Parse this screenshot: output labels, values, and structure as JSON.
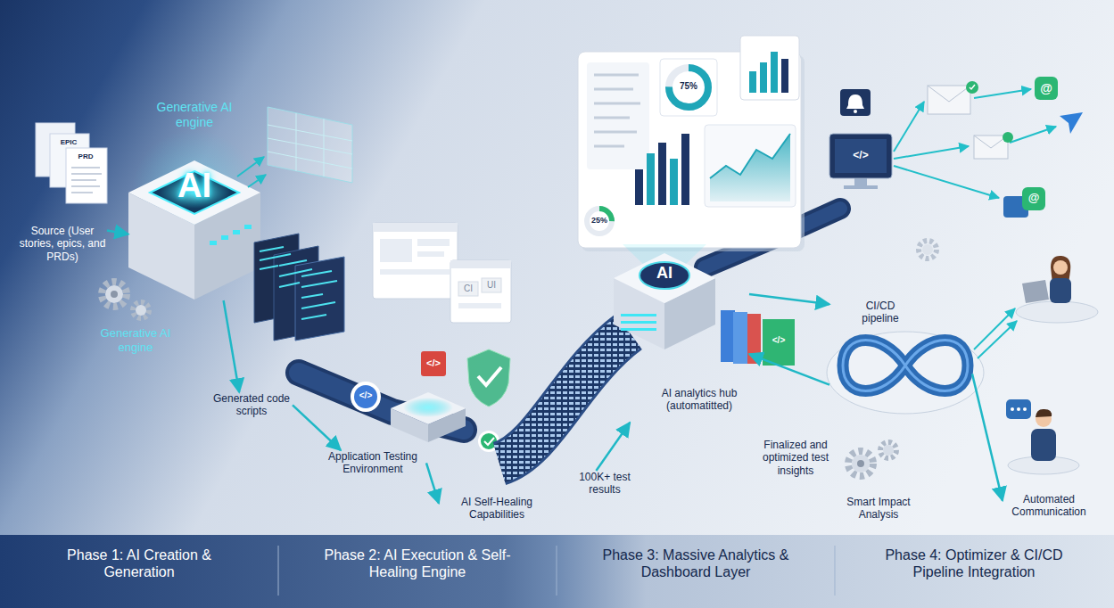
{
  "diagram": {
    "nodes": [
      {
        "text": [
          "Source (User stories, epics, and PRDs)"
        ]
      },
      {
        "text": [
          "AI"
        ]
      },
      {
        "text": [
          "Generated code scripts"
        ]
      },
      {
        "text": [
          "Application Testing Environment"
        ]
      },
      {
        "text": [
          "AI Self-Healing Capabilities"
        ]
      },
      {
        "text": [
          "100K+ test results"
        ]
      },
      {
        "text": [
          "AI",
          "AI analytics hub (automatitted)"
        ]
      },
      {
        "text": [
          "75%",
          "25%"
        ]
      },
      {
        "text": [
          "CI/CD pipeline"
        ]
      },
      {
        "text": [
          "Smart Impact Analysis"
        ]
      },
      {
        "text": [
          "Automated Communication"
        ]
      }
    ],
    "edges": [
      {
        "from": 0,
        "to": 1,
        "arrow": "to"
      },
      {
        "from": 1,
        "to": 2,
        "arrow": "to"
      },
      {
        "from": 2,
        "to": 3,
        "arrow": "to"
      },
      {
        "from": 3,
        "to": 4,
        "arrow": "to"
      },
      {
        "from": 5,
        "to": 6,
        "arrow": "to"
      },
      {
        "from": 6,
        "to": 8,
        "arrow": "to"
      },
      {
        "from": 8,
        "to": 6,
        "label": "Finalized and optimized test insights",
        "arrow": "to"
      },
      {
        "from": 8,
        "to": 10,
        "arrow": "to"
      }
    ],
    "labels": [
      "Generative AI engine",
      "EPIC",
      "PRD",
      "Generative AI engine",
      "</>",
      "CI",
      "UI",
      "</>",
      "</>",
      "</>",
      "@",
      "@",
      "Phase 1: AI Creation & Generation",
      "Phase 2: AI Execution & Self-Healing Engine",
      "Phase 3: Massive Analytics & Dashboard Layer",
      "Phase 4: Optimizer & CI/CD Pipeline Integration"
    ]
  }
}
